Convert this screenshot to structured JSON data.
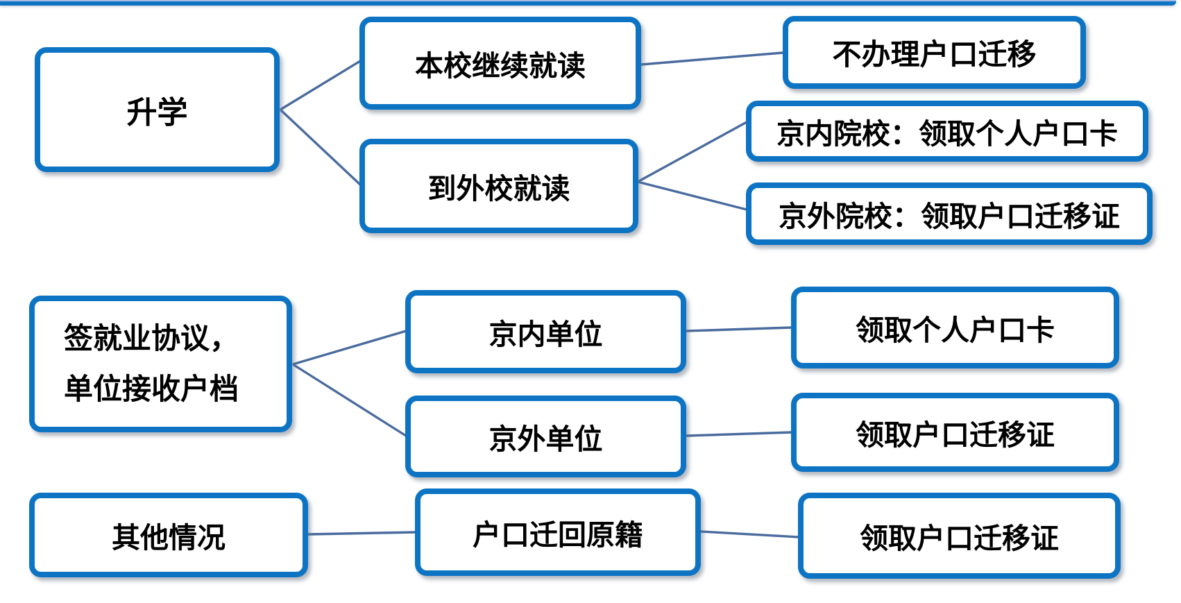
{
  "diagram": {
    "description": "Flowchart of graduate household-registration (hukou) handling options",
    "accent_color": "#0d74c4",
    "connector_color": "#4a6b9e",
    "background_color": "#ffffff",
    "nodes": [
      {
        "id": "shengxue",
        "label": "升学"
      },
      {
        "id": "benxiao-jixu-jiudu",
        "label": "本校继续就读"
      },
      {
        "id": "buban-hukou-qianyi",
        "label": "不办理户口迁移"
      },
      {
        "id": "dao-waixiao-jiudu",
        "label": "到外校就读"
      },
      {
        "id": "jingnei-yuanxiao",
        "label": "京内院校：领取个人户口卡"
      },
      {
        "id": "jingwai-yuanxiao",
        "label": "京外院校：领取户口迁移证"
      },
      {
        "id": "qian-jiuye-xieyi",
        "lines": [
          "签就业协议，",
          "单位接收户档"
        ]
      },
      {
        "id": "jingnei-danwei",
        "label": "京内单位"
      },
      {
        "id": "lingqu-geren-hukou-ka",
        "label": "领取个人户口卡"
      },
      {
        "id": "jingwai-danwei",
        "label": "京外单位"
      },
      {
        "id": "lingqu-hukou-qianyi-zheng",
        "label": "领取户口迁移证"
      },
      {
        "id": "qita-qingkuang",
        "label": "其他情况"
      },
      {
        "id": "hukou-qianhui-yuanji",
        "label": "户口迁回原籍"
      },
      {
        "id": "lingqu-hukou-qianyi-zheng-2",
        "label": "领取户口迁移证"
      }
    ],
    "edges": [
      {
        "from": "shengxue",
        "to": "benxiao-jixu-jiudu"
      },
      {
        "from": "shengxue",
        "to": "dao-waixiao-jiudu"
      },
      {
        "from": "benxiao-jixu-jiudu",
        "to": "buban-hukou-qianyi"
      },
      {
        "from": "dao-waixiao-jiudu",
        "to": "jingnei-yuanxiao"
      },
      {
        "from": "dao-waixiao-jiudu",
        "to": "jingwai-yuanxiao"
      },
      {
        "from": "qian-jiuye-xieyi",
        "to": "jingnei-danwei"
      },
      {
        "from": "qian-jiuye-xieyi",
        "to": "jingwai-danwei"
      },
      {
        "from": "jingnei-danwei",
        "to": "lingqu-geren-hukou-ka"
      },
      {
        "from": "jingwai-danwei",
        "to": "lingqu-hukou-qianyi-zheng"
      },
      {
        "from": "qita-qingkuang",
        "to": "hukou-qianhui-yuanji"
      },
      {
        "from": "hukou-qianhui-yuanji",
        "to": "lingqu-hukou-qianyi-zheng-2"
      }
    ]
  }
}
